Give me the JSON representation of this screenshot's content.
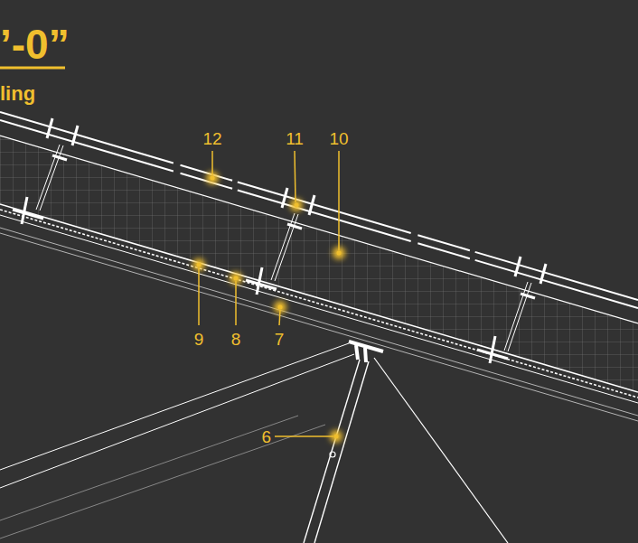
{
  "diagram": {
    "labels": [
      "’-0”",
      "ling",
      "12",
      "11",
      "10",
      "9",
      "8",
      "7",
      "6"
    ]
  }
}
